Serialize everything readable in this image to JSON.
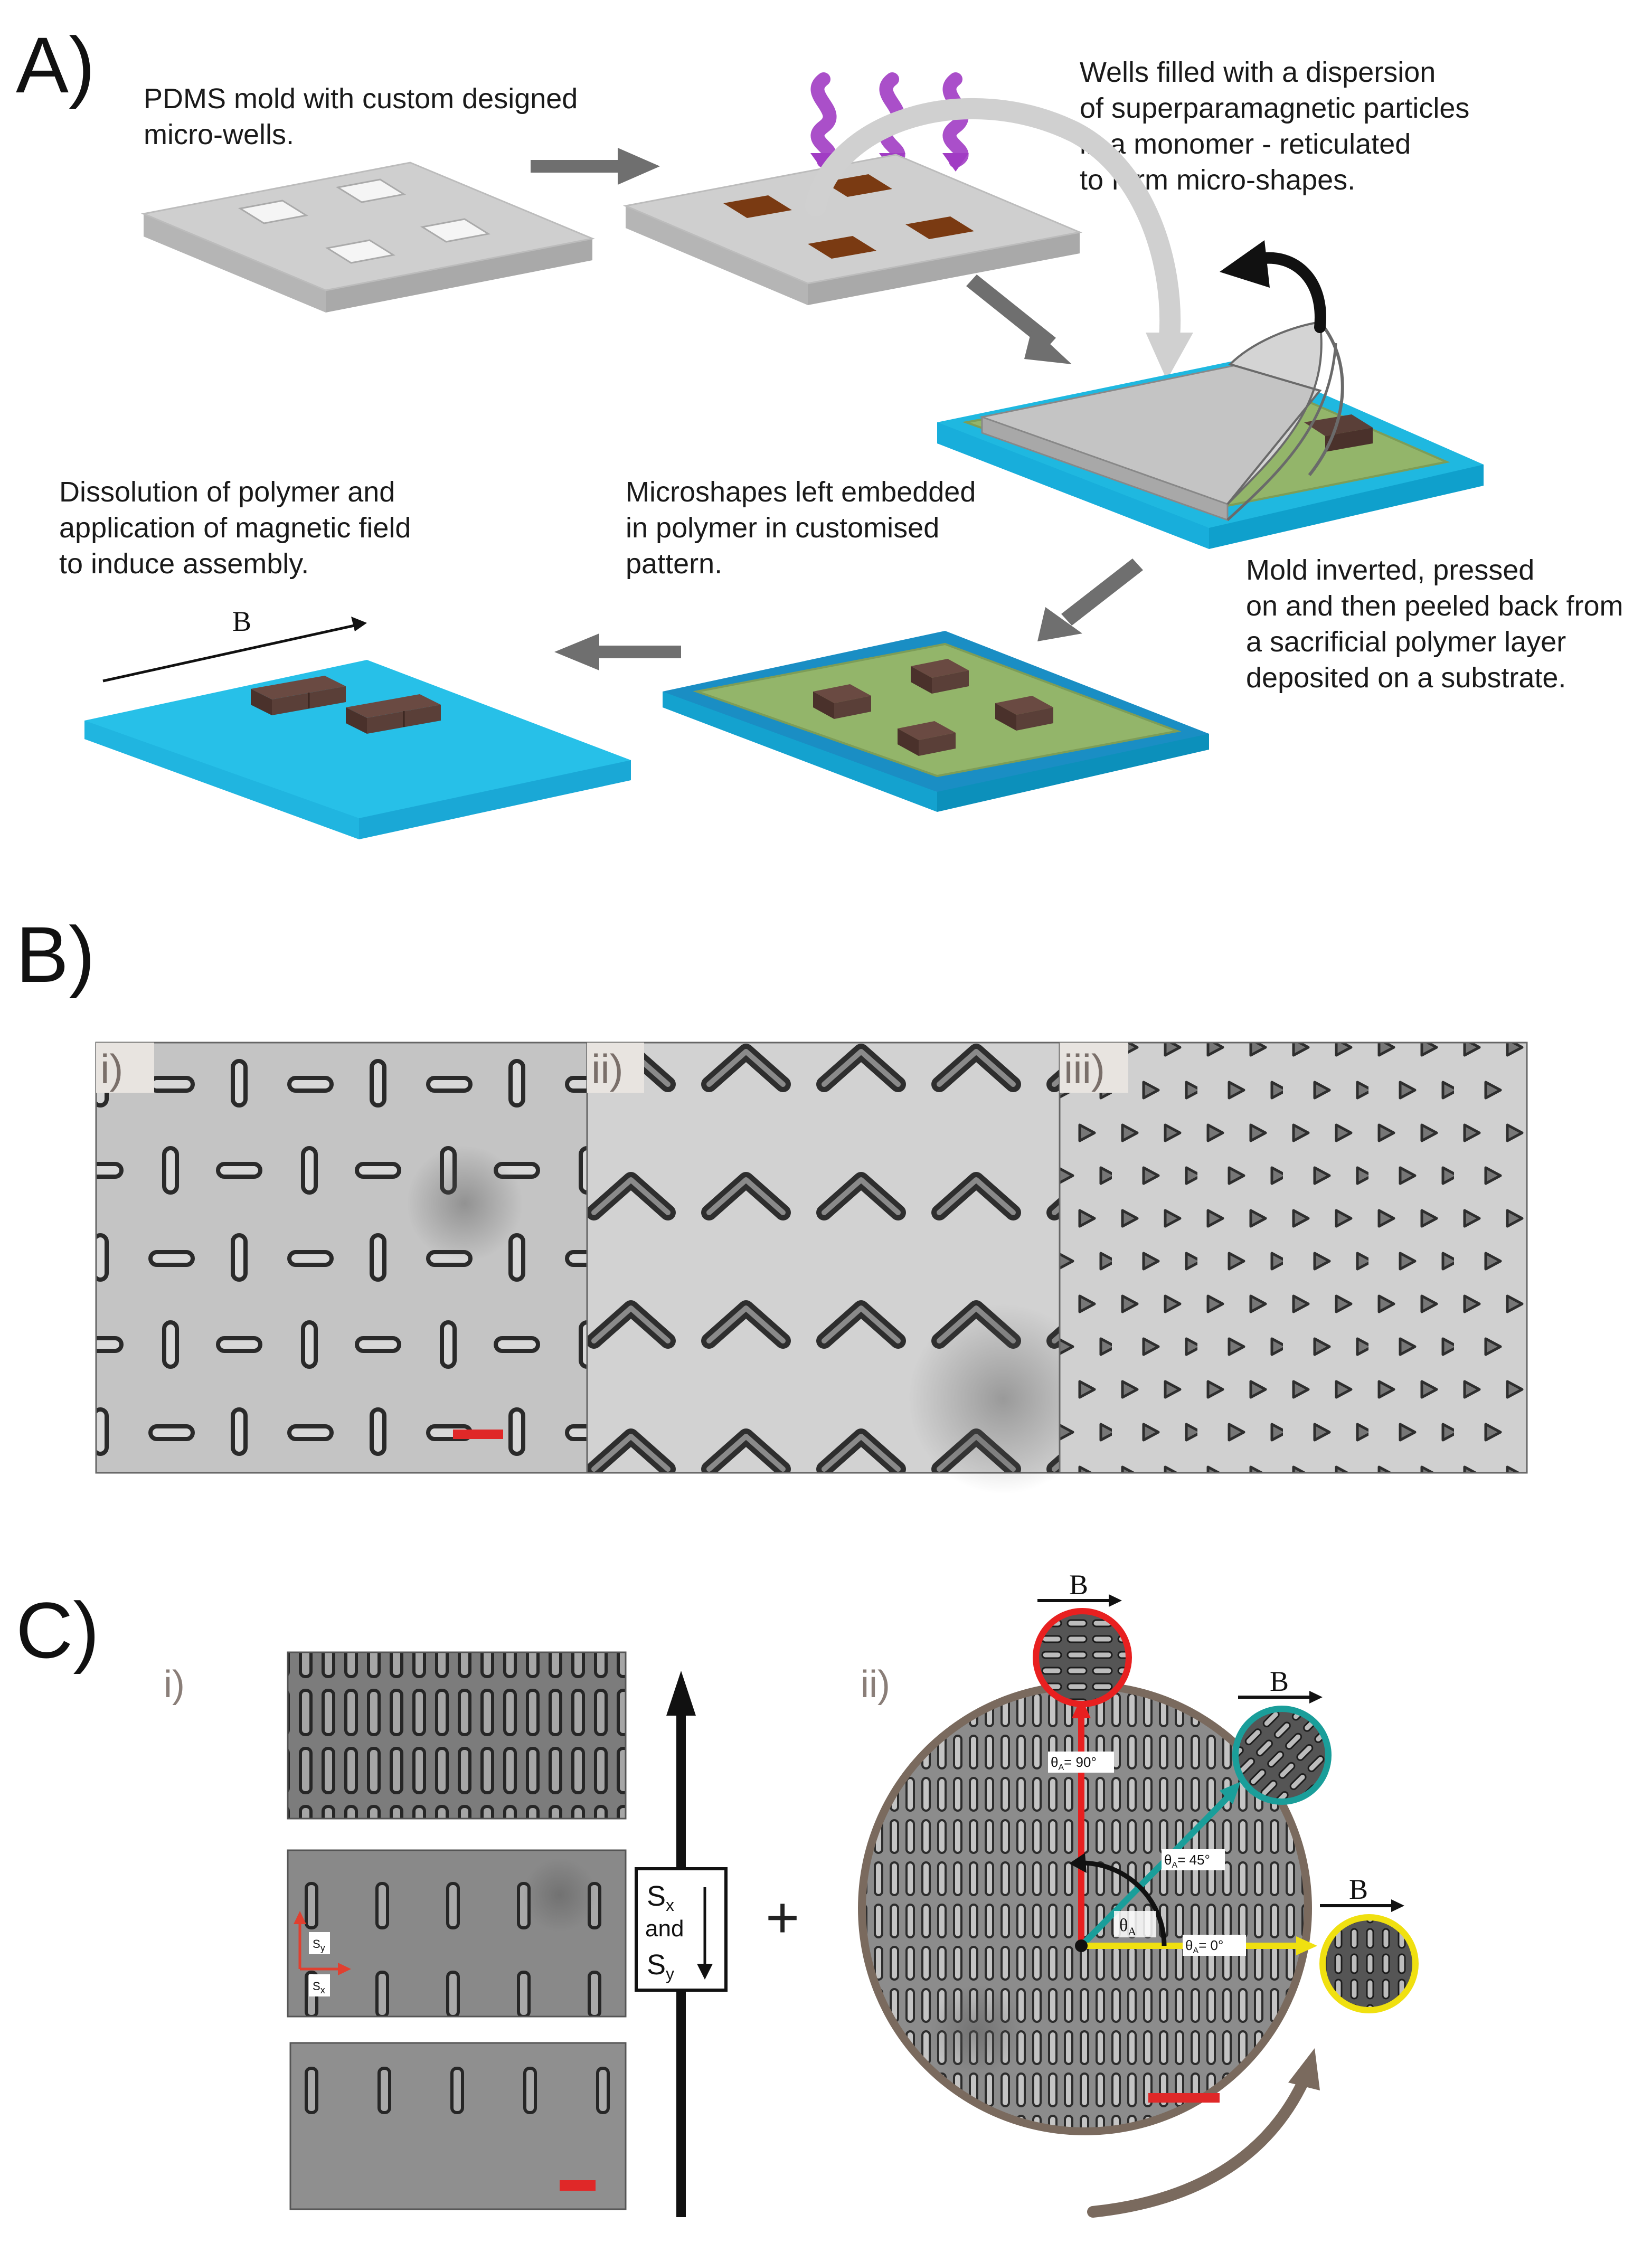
{
  "panels": {
    "a_label": "A)",
    "b_label": "B)",
    "c_label": "C)"
  },
  "panel_a": {
    "step1": [
      "PDMS mold with  custom designed",
      "micro-wells."
    ],
    "step2": [
      "Wells filled with a dispersion",
      "of superparamagnetic particles",
      "in a monomer -  reticulated",
      "to form micro-shapes."
    ],
    "step3": [
      "Mold inverted, pressed",
      "on and then peeled back from",
      "a sacrificial polymer layer",
      "deposited on a substrate."
    ],
    "step4": [
      "Microshapes left embedded",
      "in polymer in customised",
      "pattern."
    ],
    "step5": [
      "Dissolution of polymer and",
      "application of  magnetic field",
      "to induce assembly."
    ],
    "field_label": "B"
  },
  "panel_b": {
    "sub_i": "i)",
    "sub_ii": "ii)",
    "sub_iii": "iii)"
  },
  "panel_c": {
    "sub_i": "i)",
    "sub_ii": "ii)",
    "sx": "S",
    "sx_sub": "x",
    "sy": "S",
    "sy_sub": "y",
    "and": "and",
    "plus": "+",
    "b_top": "B",
    "b_mid": "B",
    "b_right": "B",
    "theta": "θ",
    "theta_sub": "A",
    "angle_90": "= 90°",
    "angle_45": "= 45°",
    "angle_0": "= 0°"
  },
  "colors": {
    "substrate_blue": "#1fb8e0",
    "polymer_green": "#93b56a",
    "particle_brown": "#5a3f38",
    "mold_gray": "#c9c9c9",
    "scale_red": "#e02828",
    "angle_red": "#e82020",
    "angle_teal": "#1a9e9a",
    "angle_yellow": "#f0e010",
    "disc_rim": "#7a6a5e"
  }
}
